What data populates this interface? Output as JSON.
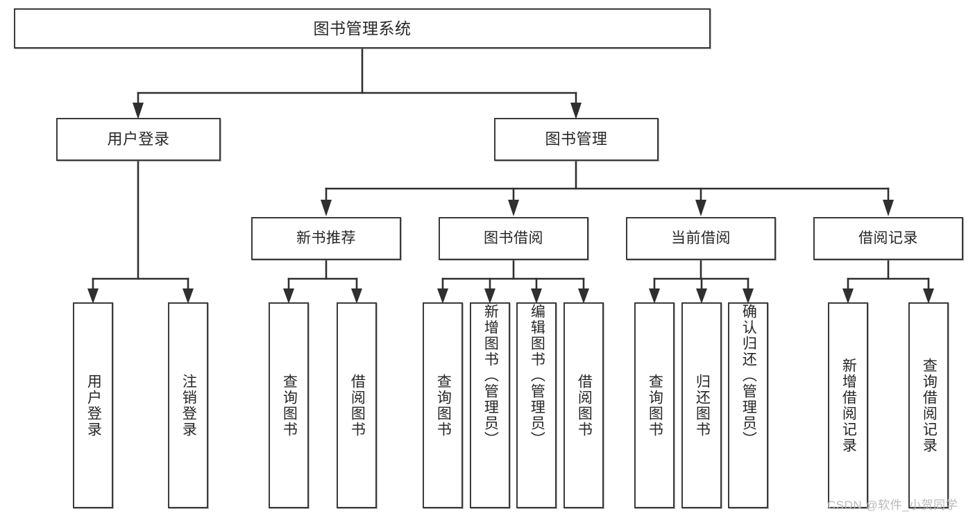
{
  "diagram": {
    "type": "tree-hierarchy",
    "title": "图书管理系统",
    "orientation": "top-down",
    "colors": {
      "box_border": "#3a3a3a",
      "box_fill": "#ffffff",
      "edge": "#2f2f2f",
      "text": "#262626",
      "watermark": "#b9b9b9",
      "background": "#ffffff"
    },
    "nodes": {
      "root": {
        "id": "root",
        "label": "图书管理系统",
        "level": 1
      },
      "level2": [
        {
          "id": "user-login",
          "label": "用户登录",
          "level": 2
        },
        {
          "id": "book-manage",
          "label": "图书管理",
          "level": 2
        }
      ],
      "level3": [
        {
          "id": "new-book-recommend",
          "label": "新书推荐",
          "level": 3,
          "parent": "book-manage"
        },
        {
          "id": "book-borrow",
          "label": "图书借阅",
          "level": 3,
          "parent": "book-manage"
        },
        {
          "id": "current-borrow",
          "label": "当前借阅",
          "level": 3,
          "parent": "book-manage"
        },
        {
          "id": "borrow-record",
          "label": "借阅记录",
          "level": 3,
          "parent": "book-manage"
        }
      ],
      "leaves": [
        {
          "id": "leaf-user-login",
          "label": "用户登录",
          "parent": "user-login"
        },
        {
          "id": "leaf-user-logout",
          "label": "注销登录",
          "parent": "user-login"
        },
        {
          "id": "leaf-query-book-1",
          "label": "查询图书",
          "parent": "new-book-recommend"
        },
        {
          "id": "leaf-borrow-book-1",
          "label": "借阅图书",
          "parent": "new-book-recommend"
        },
        {
          "id": "leaf-query-book-2",
          "label": "查询图书",
          "parent": "book-borrow"
        },
        {
          "id": "leaf-add-book",
          "label": "新增图书（管理员）",
          "parent": "book-borrow"
        },
        {
          "id": "leaf-edit-book",
          "label": "编辑图书（管理员）",
          "parent": "book-borrow"
        },
        {
          "id": "leaf-borrow-book-2",
          "label": "借阅图书",
          "parent": "book-borrow"
        },
        {
          "id": "leaf-query-book-3",
          "label": "查询图书",
          "parent": "current-borrow"
        },
        {
          "id": "leaf-return-book",
          "label": "归还图书",
          "parent": "current-borrow"
        },
        {
          "id": "leaf-confirm-return",
          "label": "确认归还（管理员）",
          "parent": "current-borrow"
        },
        {
          "id": "leaf-add-record",
          "label": "新增借阅记录",
          "parent": "borrow-record"
        },
        {
          "id": "leaf-query-record",
          "label": "查询借阅记录",
          "parent": "borrow-record"
        }
      ]
    },
    "watermark": "CSDN @软件_小贺同学"
  }
}
